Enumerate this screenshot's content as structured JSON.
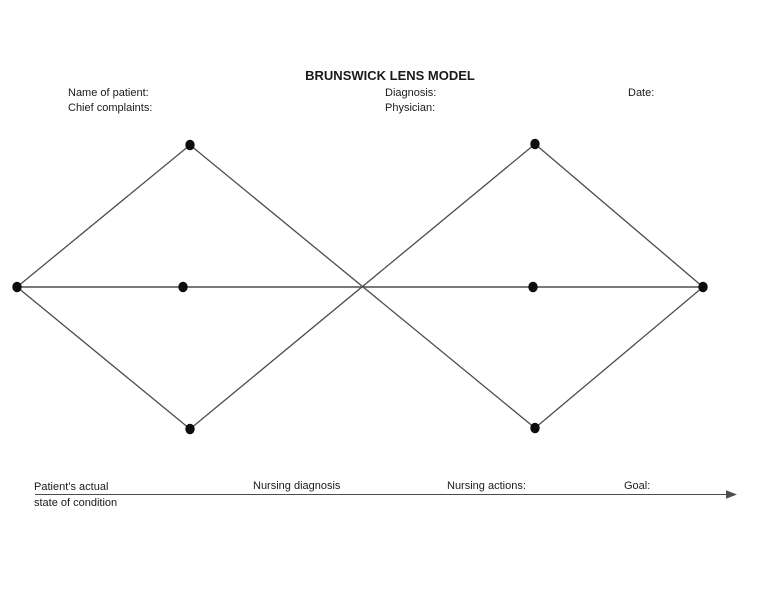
{
  "title": "BRUNSWICK LENS MODEL",
  "patient_info": {
    "name_label": "Name of patient:",
    "chief_complaints_label": "Chief complaints:",
    "diagnosis_label": "Diagnosis:",
    "physician_label": "Physician:",
    "date_label": "Date:"
  },
  "axis": {
    "patient_state_line1": "Patient’s actual",
    "patient_state_line2": "state of condition",
    "nursing_diagnosis_label": "Nursing diagnosis",
    "nursing_actions_label": "Nursing actions:",
    "goal_label": "Goal:"
  },
  "colors": {
    "line": "#4d4d4d",
    "dot": "#0d0d0d",
    "text": "#1a1a1a",
    "background": "#ffffff"
  },
  "diagram": {
    "type": "lens-model",
    "dot_count": 8
  }
}
